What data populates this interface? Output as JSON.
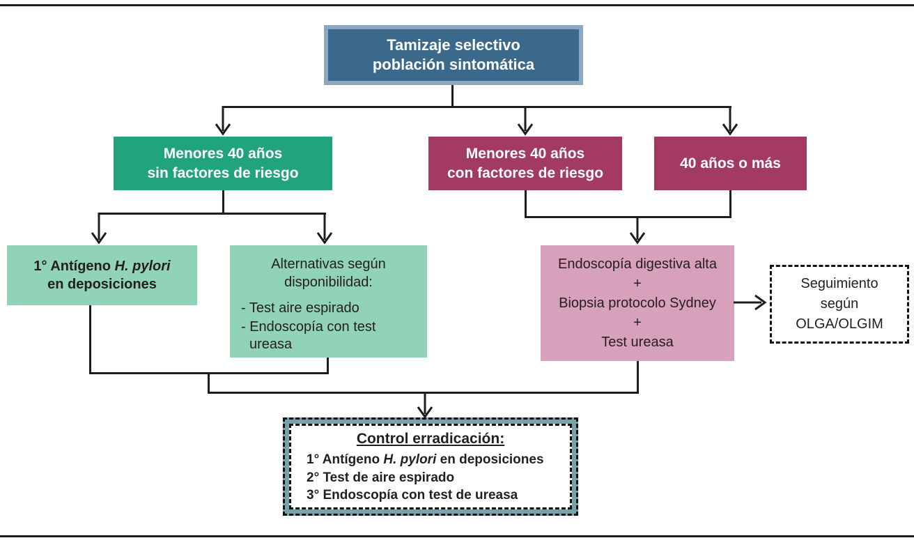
{
  "colors": {
    "header_bg": "#3a698c",
    "header_border": "#8ca8be",
    "green": "#21a47d",
    "maroon": "#a23a64",
    "light_green": "#90d3b7",
    "pink": "#d8a1bb",
    "teal_band": "#78a1aa",
    "line": "#1d1d1b",
    "text": "#231f20"
  },
  "root_box": {
    "line1": "Tamizaje selectivo",
    "line2": "población sintomática"
  },
  "branch_left_box": {
    "line1": "Menores 40 años",
    "line2": "sin factores de riesgo"
  },
  "branch_mid_box": {
    "line1": "Menores 40 años",
    "line2": "con factores de riesgo"
  },
  "branch_right_box": {
    "label": "40 años o más"
  },
  "antigen_box": {
    "line1_prefix": "1° Antígeno ",
    "line1_italic": "H. pylori",
    "line2": "en deposiciones"
  },
  "alternatives_box": {
    "title_line1": "Alternativas según",
    "title_line2": "disponibilidad:",
    "items": [
      {
        "label": "- Test aire espirado"
      },
      {
        "label": "- Endoscopía con test ureasa"
      }
    ]
  },
  "endoscopy_box": {
    "lines": [
      "Endoscopía digestiva alta",
      "+",
      "Biopsia protocolo Sydney",
      "+",
      "Test ureasa"
    ]
  },
  "followup_box": {
    "line1": "Seguimiento",
    "line2": "según",
    "line3": "OLGA/OLGIM"
  },
  "control_box": {
    "title": "Control erradicación:",
    "item1_prefix": "1° Antígeno ",
    "item1_italic": "H. pylori",
    "item1_suffix": " en deposiciones",
    "item2": "2° Test de aire espirado",
    "item3": "3° Endoscopía con test de ureasa"
  }
}
